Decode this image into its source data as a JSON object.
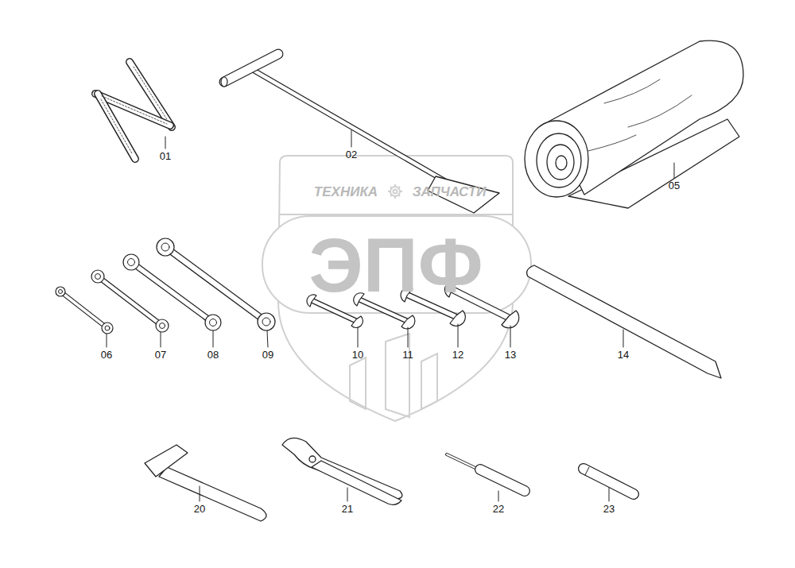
{
  "diagram": {
    "labels": [
      "01",
      "02",
      "05",
      "ТЕХНИКА",
      "ЗАПЧАСТИ",
      "ЭПФ",
      "06",
      "07",
      "08",
      "09",
      "10",
      "11",
      "12",
      "13",
      "14",
      "20",
      "21",
      "22",
      "23"
    ]
  }
}
